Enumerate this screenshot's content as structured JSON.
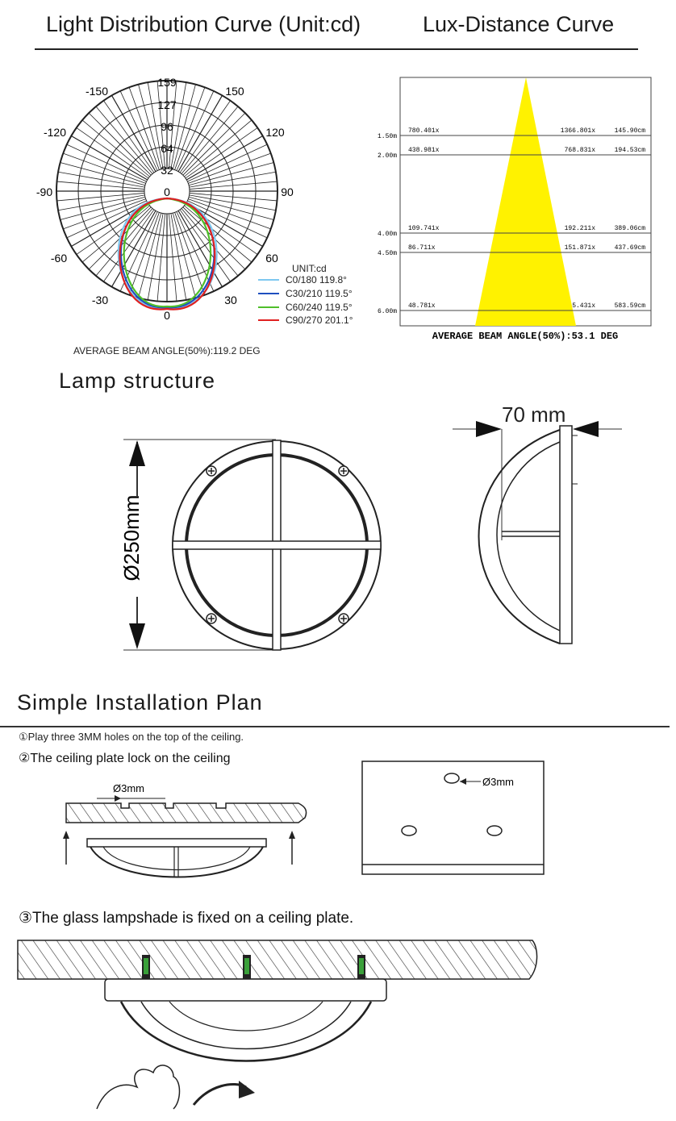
{
  "headers": {
    "light_distribution": "Light Distribution Curve (Unit:cd)",
    "lux_distance": "Lux-Distance Curve",
    "lamp_structure": "Lamp structure",
    "installation": "Simple Installation Plan"
  },
  "polar": {
    "radial_labels": [
      "159",
      "127",
      "96",
      "64",
      "32",
      "0"
    ],
    "angle_labels": {
      "a150l": "-150",
      "a150r": "150",
      "a120l": "-120",
      "a120r": "120",
      "a90l": "-90",
      "a90r": "90",
      "a60l": "-60",
      "a60r": "60",
      "a30l": "-30",
      "a30r": "30",
      "a0": "0"
    },
    "legend_title": "UNIT:cd",
    "legend": [
      {
        "label": "C0/180 119.8°",
        "color": "#7ec8f0"
      },
      {
        "label": "C30/210 119.5°",
        "color": "#1f4fbf"
      },
      {
        "label": "C60/240 119.5°",
        "color": "#4fbf2a"
      },
      {
        "label": "C90/270 201.1°",
        "color": "#e02020"
      }
    ],
    "beam_angle": "AVERAGE BEAM ANGLE(50%):119.2 DEG"
  },
  "lux": {
    "rows": [
      {
        "dist": "1.50m",
        "left": "780.401x",
        "mid": "1366.801x",
        "right": "145.90cm"
      },
      {
        "dist": "2.00m",
        "left": "438.981x",
        "mid": "768.831x",
        "right": "194.53cm"
      },
      {
        "dist": "4.00m",
        "left": "109.741x",
        "mid": "192.211x",
        "right": "389.06cm"
      },
      {
        "dist": "4.50m",
        "left": "86.711x",
        "mid": "151.871x",
        "right": "437.69cm"
      },
      {
        "dist": "6.00m",
        "left": "48.781x",
        "mid": "5.431x",
        "right": "583.59cm"
      }
    ],
    "beam_angle": "AVERAGE BEAM ANGLE(50%):53.1 DEG",
    "cone_color": "#fff200"
  },
  "dimensions": {
    "diameter": "Ø250mm",
    "depth": "70 mm"
  },
  "steps": {
    "step1": "①Play three 3MM holes on the top of the ceiling.",
    "step2": "②The ceiling plate lock on the ceiling",
    "step3": "③The glass lampshade is fixed on a ceiling plate.",
    "hole_label_1": "Ø3mm",
    "hole_label_2": "Ø3mm"
  }
}
